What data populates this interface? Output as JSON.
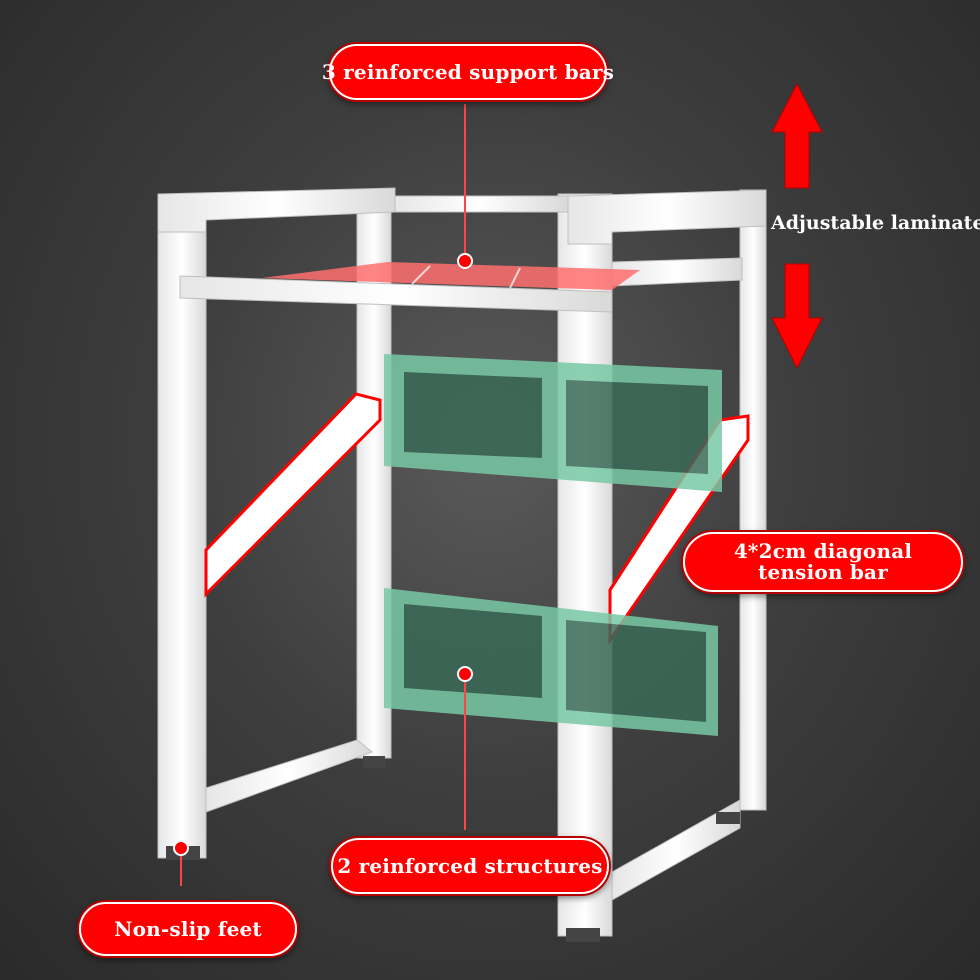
{
  "callouts": {
    "support_bars": "3 reinforced support bars",
    "adjustable": "Adjustable laminate",
    "diagonal_line1": "4*2cm diagonal",
    "diagonal_line2": "tension bar",
    "structures": "2 reinforced structures",
    "feet": "Non-slip feet"
  },
  "colors": {
    "background": "#3e3e3e",
    "callout_fill": "#ff0000",
    "frame": "#ffffff",
    "highlight_green": "#3f8c6a",
    "highlight_red": "#ff6b6b"
  },
  "icons": [
    "up-arrow-icon",
    "down-arrow-icon"
  ]
}
